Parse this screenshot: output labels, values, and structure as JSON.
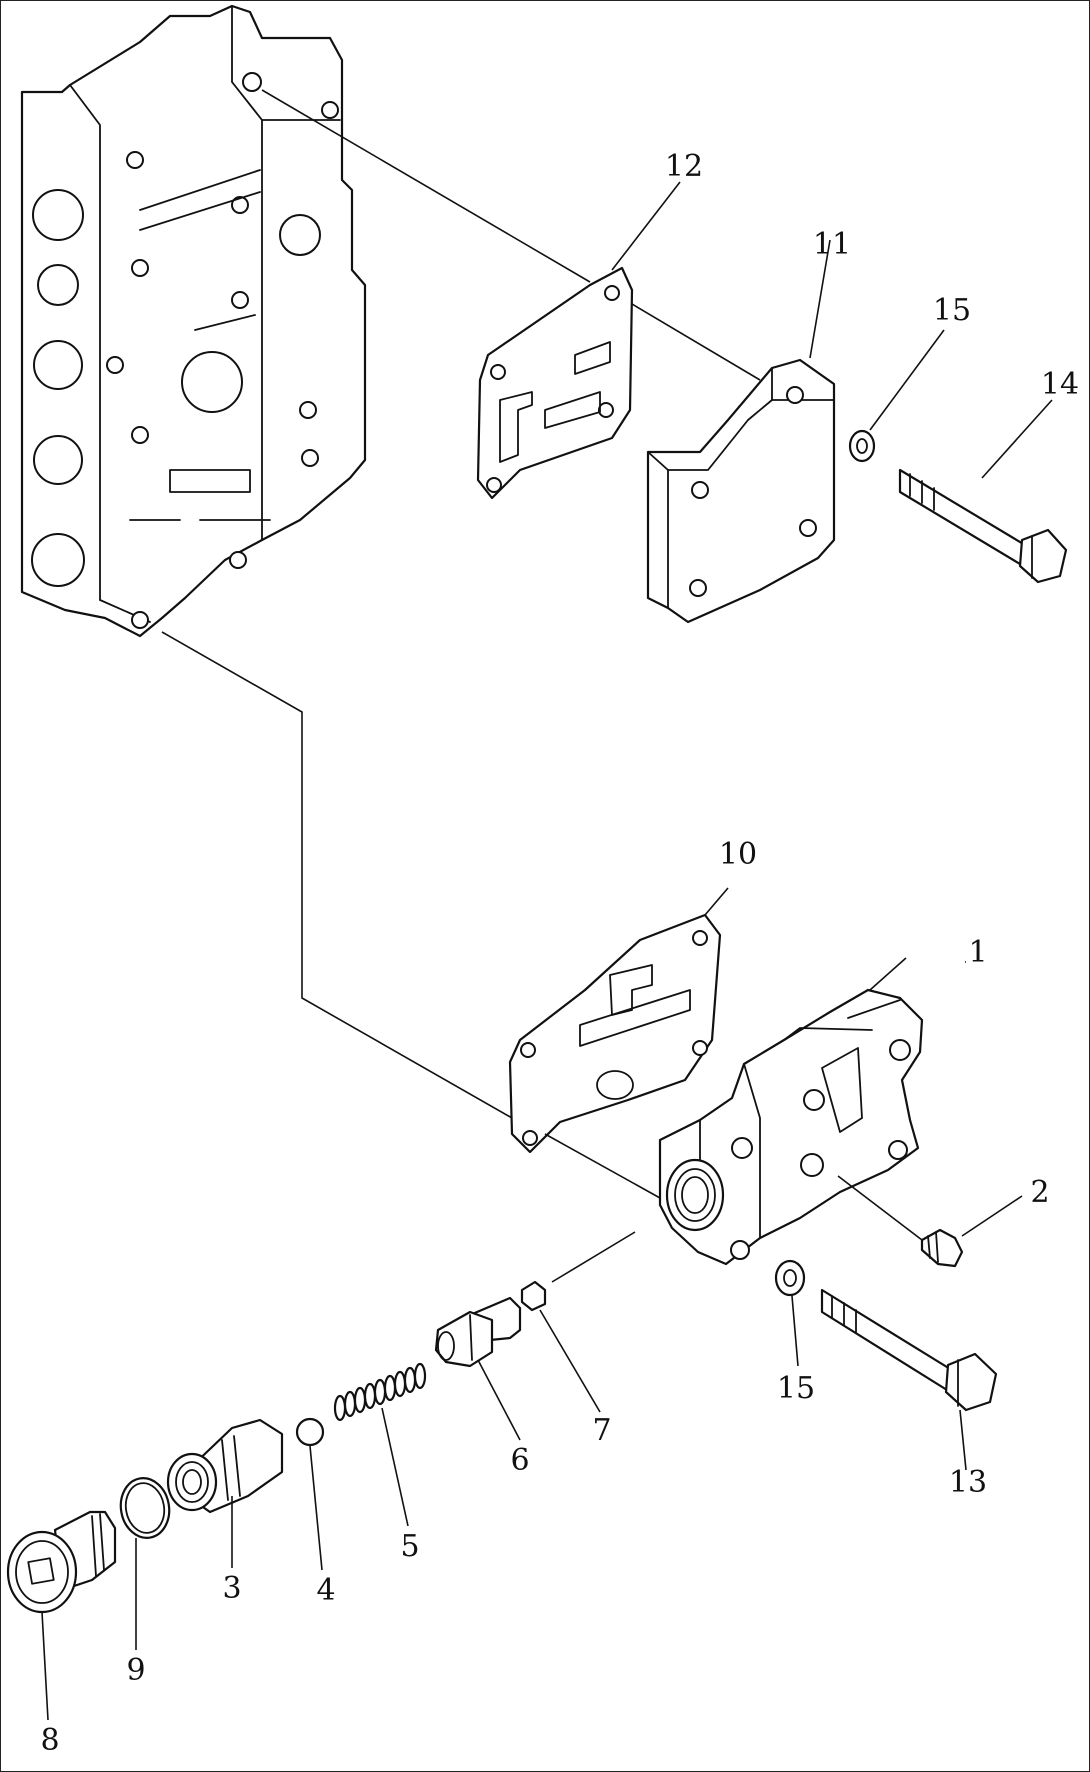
{
  "callouts": {
    "c1": "1",
    "c2": "2",
    "c3": "3",
    "c4": "4",
    "c5": "5",
    "c6": "6",
    "c7": "7",
    "c8": "8",
    "c9": "9",
    "c10": "10",
    "c11": "11",
    "c12": "12",
    "c13": "13",
    "c14": "14",
    "c15a": "15",
    "c15b": "15"
  },
  "colors": {
    "line": "#111111",
    "background": "#ffffff"
  }
}
